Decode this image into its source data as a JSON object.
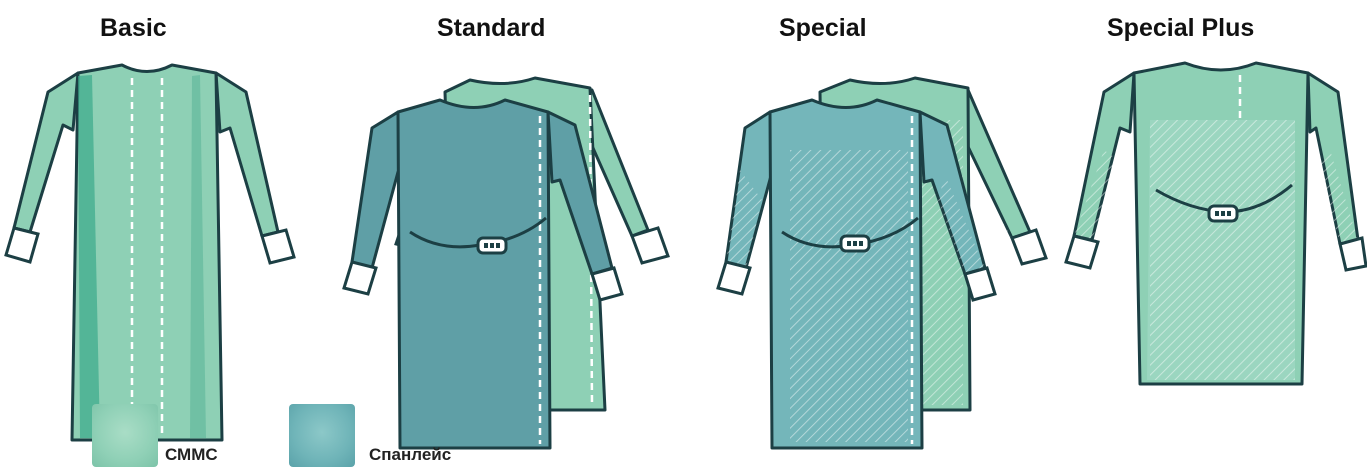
{
  "gowns": [
    {
      "title": "Basic"
    },
    {
      "title": "Standard"
    },
    {
      "title": "Special"
    },
    {
      "title": "Special Plus"
    }
  ],
  "legend": [
    {
      "label": "СММС",
      "color": "#8fd0b6"
    },
    {
      "label": "Спанлейс",
      "color": "#6fb4b8"
    }
  ],
  "colors": {
    "smms": "#8ed0b5",
    "smms_dark": "#5cb69a",
    "spunlace": "#5f9fa6",
    "spunlace_dark": "#4b8a92",
    "outline": "#1c3f44",
    "cuff": "#ffffff"
  }
}
